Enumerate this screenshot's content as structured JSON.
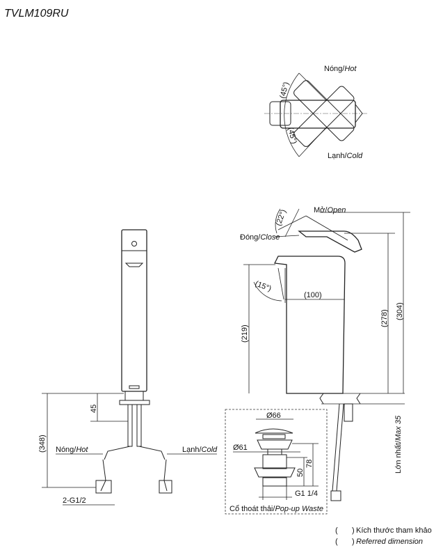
{
  "title": "TVLM109RU",
  "top_view": {
    "hot": "Nóng/",
    "hot_en": "Hot",
    "cold": "Lạnh/",
    "cold_en": "Cold",
    "angle1": "(45°)",
    "angle2": "(45°)"
  },
  "front_view": {
    "dim_45": "45",
    "dim_348": "(348)",
    "hot": "Nóng/",
    "hot_en": "Hot",
    "cold": "Lạnh/",
    "cold_en": "Cold",
    "thread": "2-G1/2"
  },
  "side_view": {
    "open": "Mở/",
    "open_en": "Open",
    "close": "Đóng/",
    "close_en": "Close",
    "angle_22": "(22°)",
    "angle_15": "(15°)",
    "dim_100": "(100)",
    "dim_219": "(219)",
    "dim_278": "(278)",
    "dim_304": "(304)",
    "max": "Lớn nhất/",
    "max_en": "Max 35"
  },
  "popup": {
    "d66": "Ø66",
    "d61": "Ø61",
    "dim_78": "78",
    "dim_50": "50",
    "thread": "G1 1/4",
    "label": "Cổ thoát thải/",
    "label_en": "Pop-up Waste"
  },
  "legend": {
    "paren": "(",
    "paren_close": ")",
    "vi": "Kích thước tham khảo",
    "en": "Referred dimension"
  }
}
